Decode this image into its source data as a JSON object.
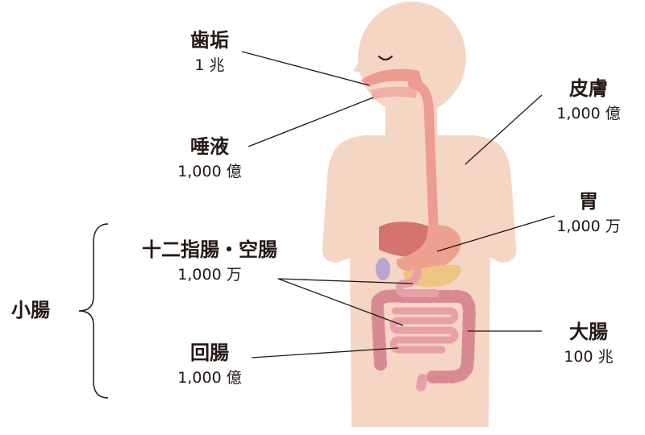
{
  "labels": {
    "plaque": {
      "name": "歯垢",
      "count": "1 兆"
    },
    "saliva": {
      "name": "唾液",
      "count": "1,000 億"
    },
    "duodenum": {
      "name": "十二指腸・空腸",
      "count": "1,000 万"
    },
    "ileum": {
      "name": "回腸",
      "count": "1,000 億"
    },
    "skin": {
      "name": "皮膚",
      "count": "1,000 億"
    },
    "stomach": {
      "name": "胃",
      "count": "1,000 万"
    },
    "colon": {
      "name": "大腸",
      "count": "100 兆"
    }
  },
  "small_intestine_label": "小腸",
  "colors": {
    "skin": "#f5d5c4",
    "mouth": "#eb9b92",
    "esophagus": "#ec9c92",
    "liver": "#d5736e",
    "stomach": "#eea08f",
    "pancreas": "#edc482",
    "gallbladder": "#b8a6cf",
    "intestine": "#e8a0a8",
    "intestine_dark": "#d78a93",
    "leader": "#231815"
  }
}
